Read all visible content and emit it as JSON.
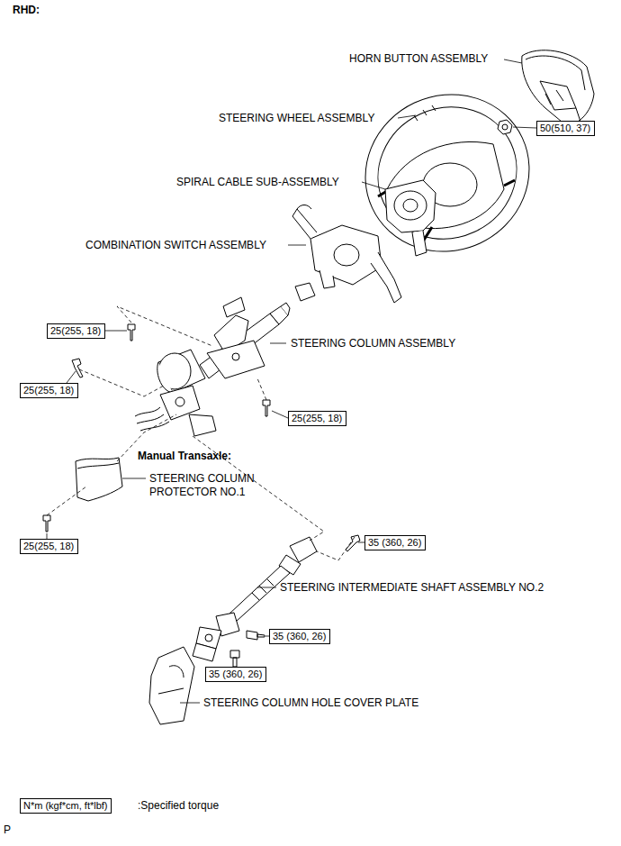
{
  "diagram": {
    "nodes": [
      {
        "text": [
          "50(510, 37)"
        ]
      },
      {
        "text": [
          "25(255, 18)"
        ]
      },
      {
        "text": [
          "25(255, 18)"
        ]
      },
      {
        "text": [
          "25(255, 18)"
        ]
      },
      {
        "text": [
          "25(255, 18)"
        ]
      },
      {
        "text": [
          "35 (360, 26)"
        ]
      },
      {
        "text": [
          "35 (360, 26)"
        ]
      },
      {
        "text": [
          "35 (360, 26)"
        ]
      },
      {
        "text": [
          "N*m (kgf*cm, ft*lbf)"
        ]
      }
    ],
    "labels": [
      "RHD:",
      "HORN BUTTON ASSEMBLY",
      "STEERING WHEEL ASSEMBLY",
      "SPIRAL CABLE SUB-ASSEMBLY",
      "COMBINATION SWITCH ASSEMBLY",
      "STEERING COLUMN ASSEMBLY",
      "Manual Transaxle:",
      "STEERING COLUMN PROTECTOR NO.1",
      "STEERING INTERMEDIATE SHAFT ASSEMBLY NO.2",
      "STEERING COLUMN HOLE COVER PLATE",
      ":Specified torque",
      "P"
    ]
  }
}
